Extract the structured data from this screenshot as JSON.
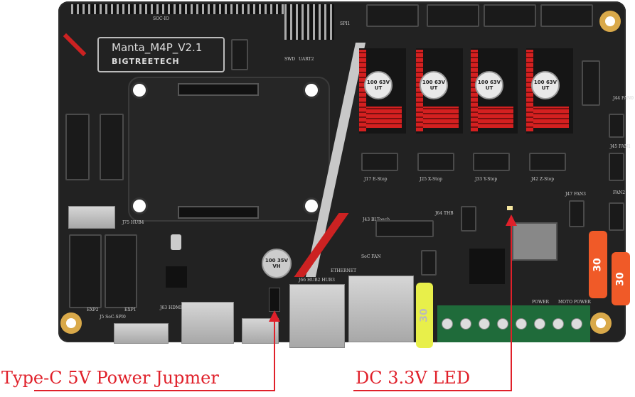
{
  "board": {
    "model": "Manta_M4P_V2.1",
    "brand": "BIGTREETECH",
    "labels": {
      "soc_io": "SOC-IO",
      "hub4": "J75 HUB4",
      "exp2": "EXP2",
      "exp1": "EXP1",
      "hdmi": "J63 HDMI0",
      "spi": "J5 SoC-SPI0",
      "hub23": "J66 HUB2 HUB3",
      "ethernet": "ETHERNET",
      "bltouch": "J43 BLTouch",
      "soc_fan": "SoC FAN",
      "thb": "J64 THB",
      "power": "POWER",
      "moto_power": "MOTO POWER",
      "fan0": "J44 FAN0",
      "fan1": "J45 FAN1",
      "fan2": "FAN2",
      "fan3": "J47 FAN3",
      "swd": "SWD",
      "uart2": "UART2",
      "spi1": "SPI1"
    },
    "endstops": [
      "J17 E-Stop",
      "J25 X-Stop",
      "J33 Y-Stop",
      "J42 Z-Stop"
    ],
    "driver_caps": [
      "100 63V UT",
      "100 63V UT",
      "100 63V UT",
      "100 63V UT"
    ],
    "ct3_cap": "100 35V VH",
    "fuses": [
      "30",
      "30",
      "30"
    ]
  },
  "annotations": {
    "jumper": "Type-C 5V Power Jupmer",
    "led": "DC 3.3V LED"
  },
  "colors": {
    "annotation": "#e0202a",
    "board": "#222222",
    "accent": "#d42020"
  }
}
